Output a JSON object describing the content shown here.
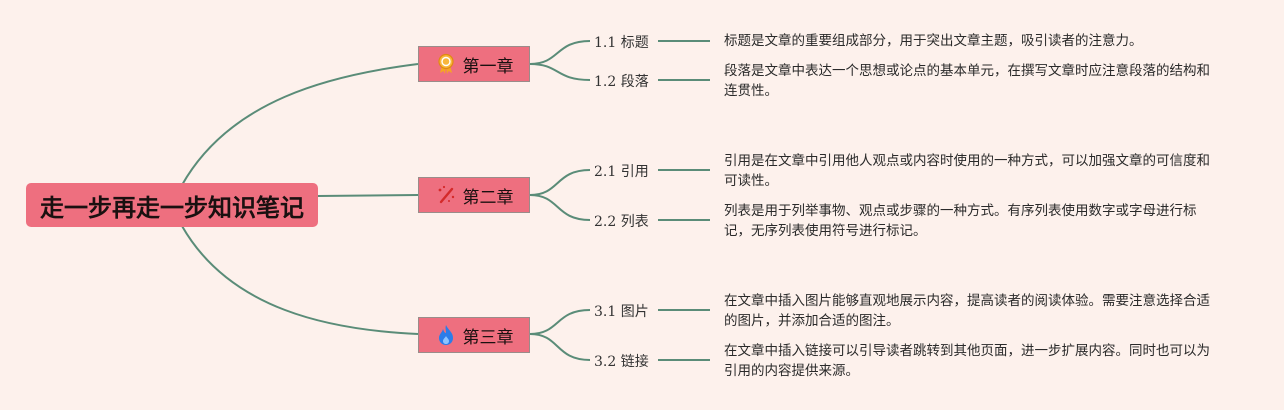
{
  "root": {
    "title": "走一步再走一步知识笔记"
  },
  "colors": {
    "background": "#fdf1ec",
    "node_fill": "#ee6f7f",
    "connector": "#5a8c78"
  },
  "chapters": [
    {
      "title": "第一章",
      "icon": "award-medal-icon",
      "sections": [
        {
          "label": "1.1 标题",
          "text": "标题是文章的重要组成部分，用于突出文章主题，吸引读者的注意力。"
        },
        {
          "label": "1.2 段落",
          "text": "段落是文章中表达一个思想或论点的基本单元，在撰写文章时应注意段落的结构和连贯性。"
        }
      ]
    },
    {
      "title": "第二章",
      "icon": "magic-wand-icon",
      "sections": [
        {
          "label": "2.1 引用",
          "text": "引用是在文章中引用他人观点或内容时使用的一种方式，可以加强文章的可信度和可读性。"
        },
        {
          "label": "2.2 列表",
          "text": "列表是用于列举事物、观点或步骤的一种方式。有序列表使用数字或字母进行标记，无序列表使用符号进行标记。"
        }
      ]
    },
    {
      "title": "第三章",
      "icon": "flame-icon",
      "sections": [
        {
          "label": "3.1 图片",
          "text": "在文章中插入图片能够直观地展示内容，提高读者的阅读体验。需要注意选择合适的图片，并添加合适的图注。"
        },
        {
          "label": "3.2 链接",
          "text": "在文章中插入链接可以引导读者跳转到其他页面，进一步扩展内容。同时也可以为引用的内容提供来源。"
        }
      ]
    }
  ]
}
